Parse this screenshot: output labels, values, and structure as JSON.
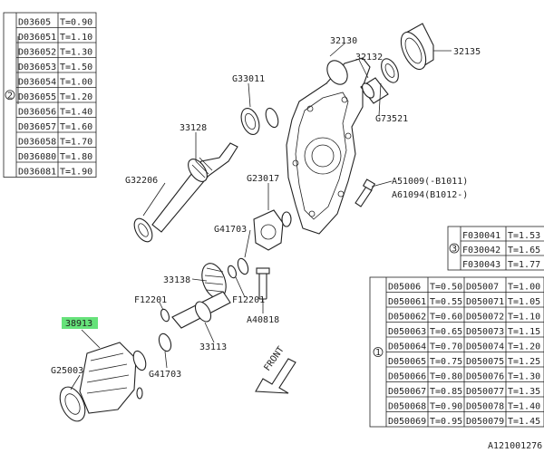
{
  "parts": {
    "p32130": "32130",
    "p32132": "32132",
    "p32135": "32135",
    "p33011": "G33011",
    "p33128": "33128",
    "p73521": "G73521",
    "p32206": "G32206",
    "p23017": "G23017",
    "pA51009": "A51009(-B1011)",
    "pA61094": "A61094(B1012-)",
    "p41703a": "G41703",
    "p33138": "33138",
    "pF12201a": "F12201",
    "pF12201b": "F12201",
    "pA40818": "A40818",
    "p38913": "38913",
    "p25003": "G25003",
    "p41703b": "G41703",
    "p33113": "33113",
    "front": "FRONT",
    "diagram_id": "A121001276"
  },
  "table2": {
    "index": "2",
    "rows": [
      [
        "D03605",
        "T=0.90"
      ],
      [
        "D036051",
        "T=1.10"
      ],
      [
        "D036052",
        "T=1.30"
      ],
      [
        "D036053",
        "T=1.50"
      ],
      [
        "D036054",
        "T=1.00"
      ],
      [
        "D036055",
        "T=1.20"
      ],
      [
        "D036056",
        "T=1.40"
      ],
      [
        "D036057",
        "T=1.60"
      ],
      [
        "D036058",
        "T=1.70"
      ],
      [
        "D036080",
        "T=1.80"
      ],
      [
        "D036081",
        "T=1.90"
      ]
    ]
  },
  "table3": {
    "index": "3",
    "rows": [
      [
        "F030041",
        "T=1.53"
      ],
      [
        "F030042",
        "T=1.65"
      ],
      [
        "F030043",
        "T=1.77"
      ]
    ]
  },
  "table1": {
    "index": "1",
    "rows": [
      [
        "D05006",
        "T=0.50",
        "D05007",
        "T=1.00"
      ],
      [
        "D050061",
        "T=0.55",
        "D050071",
        "T=1.05"
      ],
      [
        "D050062",
        "T=0.60",
        "D050072",
        "T=1.10"
      ],
      [
        "D050063",
        "T=0.65",
        "D050073",
        "T=1.15"
      ],
      [
        "D050064",
        "T=0.70",
        "D050074",
        "T=1.20"
      ],
      [
        "D050065",
        "T=0.75",
        "D050075",
        "T=1.25"
      ],
      [
        "D050066",
        "T=0.80",
        "D050076",
        "T=1.30"
      ],
      [
        "D050067",
        "T=0.85",
        "D050077",
        "T=1.35"
      ],
      [
        "D050068",
        "T=0.90",
        "D050078",
        "T=1.40"
      ],
      [
        "D050069",
        "T=0.95",
        "D050079",
        "T=1.45"
      ]
    ]
  },
  "colors": {
    "highlight": "#66e27a",
    "ink": "#222222"
  }
}
